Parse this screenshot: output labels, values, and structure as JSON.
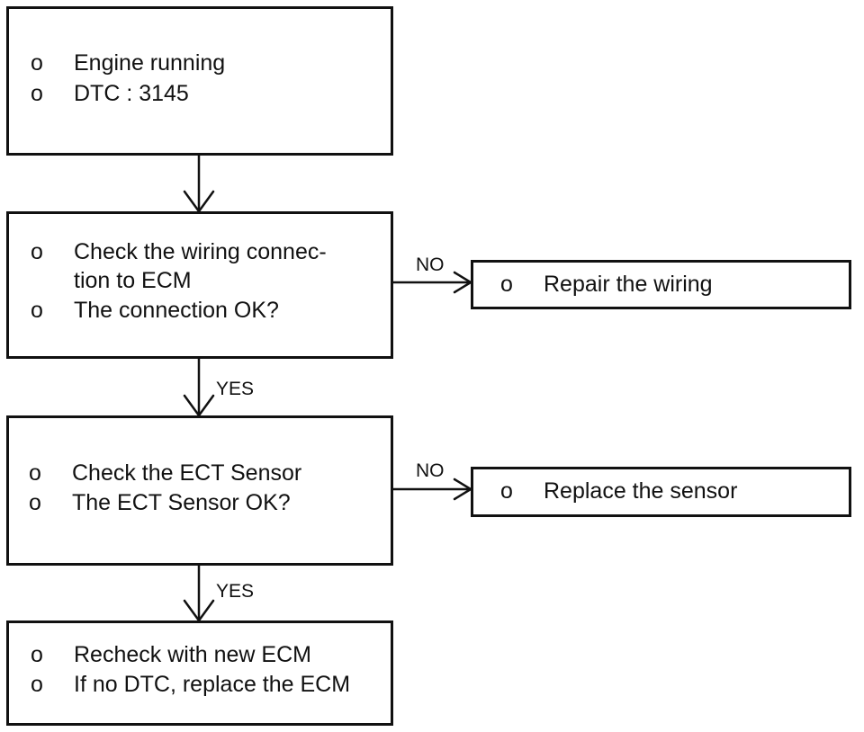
{
  "boxes": {
    "start": {
      "items": [
        {
          "bullet": "o",
          "lines": [
            "Engine running"
          ]
        },
        {
          "bullet": "o",
          "lines": [
            "DTC : 3145"
          ]
        }
      ]
    },
    "check_wiring": {
      "items": [
        {
          "bullet": "o",
          "lines": [
            "Check the wiring connec-",
            "tion to ECM"
          ]
        },
        {
          "bullet": "o",
          "lines": [
            "The connection OK?"
          ]
        }
      ]
    },
    "repair_wiring": {
      "items": [
        {
          "bullet": "o",
          "lines": [
            "Repair the wiring"
          ]
        }
      ]
    },
    "check_ect": {
      "items": [
        {
          "bullet": "o",
          "lines": [
            "Check the ECT Sensor"
          ]
        },
        {
          "bullet": "o",
          "lines": [
            "The ECT Sensor OK?"
          ]
        }
      ]
    },
    "replace_sensor": {
      "items": [
        {
          "bullet": "o",
          "lines": [
            "Replace the sensor"
          ]
        }
      ]
    },
    "recheck_ecm": {
      "items": [
        {
          "bullet": "o",
          "lines": [
            "Recheck with new ECM"
          ]
        },
        {
          "bullet": "o",
          "lines": [
            "If no DTC, replace the ECM"
          ]
        }
      ]
    }
  },
  "edges": {
    "wiring_no": "NO",
    "wiring_yes": "YES",
    "ect_no": "NO",
    "ect_yes": "YES"
  },
  "colors": {
    "line": "#111111",
    "background": "#ffffff"
  }
}
